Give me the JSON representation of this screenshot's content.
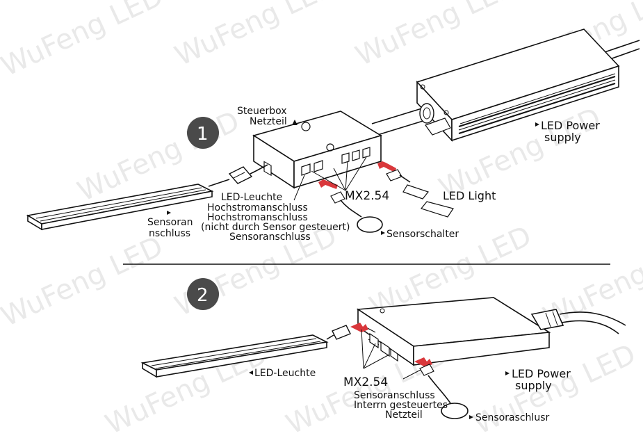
{
  "watermark": "WuFeng LED",
  "step1": {
    "badge": "1",
    "labels": {
      "control_box_1": "Steuerbox",
      "control_box_2": "Netzteil",
      "led_power_1": "LED Power",
      "led_power_2": "supply",
      "mx": "MX2.54",
      "led_light": "LED Light",
      "sensor_port_1": "Sensoran",
      "sensor_port_2": "nschluss",
      "port_list_1": "LED-Leuchte",
      "port_list_2": "Hochstromanschluss",
      "port_list_3": "Hochstromanschluss",
      "port_list_4": "(nicht durch Sensor gesteuert)",
      "port_list_5": "Sensoranschluss",
      "sensor_switch": "Sensorschalter"
    }
  },
  "step2": {
    "badge": "2",
    "labels": {
      "led_luminaire": "LED-Leuchte",
      "mx": "MX2.54",
      "led_power_1": "LED Power",
      "led_power_2": "supply",
      "sensor_1": "Sensoranschluss",
      "sensor_2": "Interrn gesteuertes",
      "sensor_3": "Netzteil",
      "sensor_end": "Sensoraschlusr"
    }
  },
  "colors": {
    "badge": "#4a4a4a",
    "arrow": "#d9373b",
    "outline": "#111111"
  }
}
